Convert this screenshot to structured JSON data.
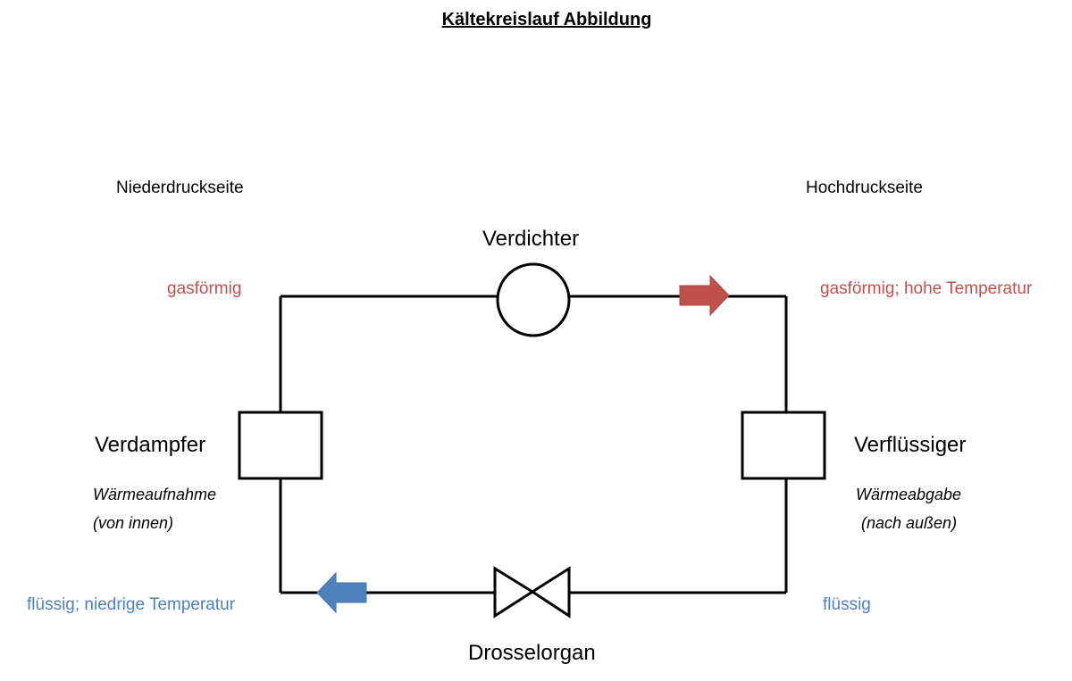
{
  "title": "Kältekreislauf Abbildung",
  "sides": {
    "low": "Niederdruckseite",
    "high": "Hochdruckseite"
  },
  "components": {
    "compressor": "Verdichter",
    "evaporator": "Verdampfer",
    "condenser": "Verflüssiger",
    "throttle": "Drosselorgan"
  },
  "notes": {
    "evaporator_line1": "Wärmeaufnahme",
    "evaporator_line2": "(von innen)",
    "condenser_line1": "Wärmeabgabe",
    "condenser_line2": "(nach außen)"
  },
  "states": {
    "low_gas": "gasförmig",
    "high_gas": "gasförmig; hohe Temperatur",
    "low_liquid": "flüssig; niedrige Temperatur",
    "high_liquid": "flüssig"
  },
  "colors": {
    "hot": "#c0504d",
    "cold": "#4f81bd",
    "line": "#000000"
  }
}
